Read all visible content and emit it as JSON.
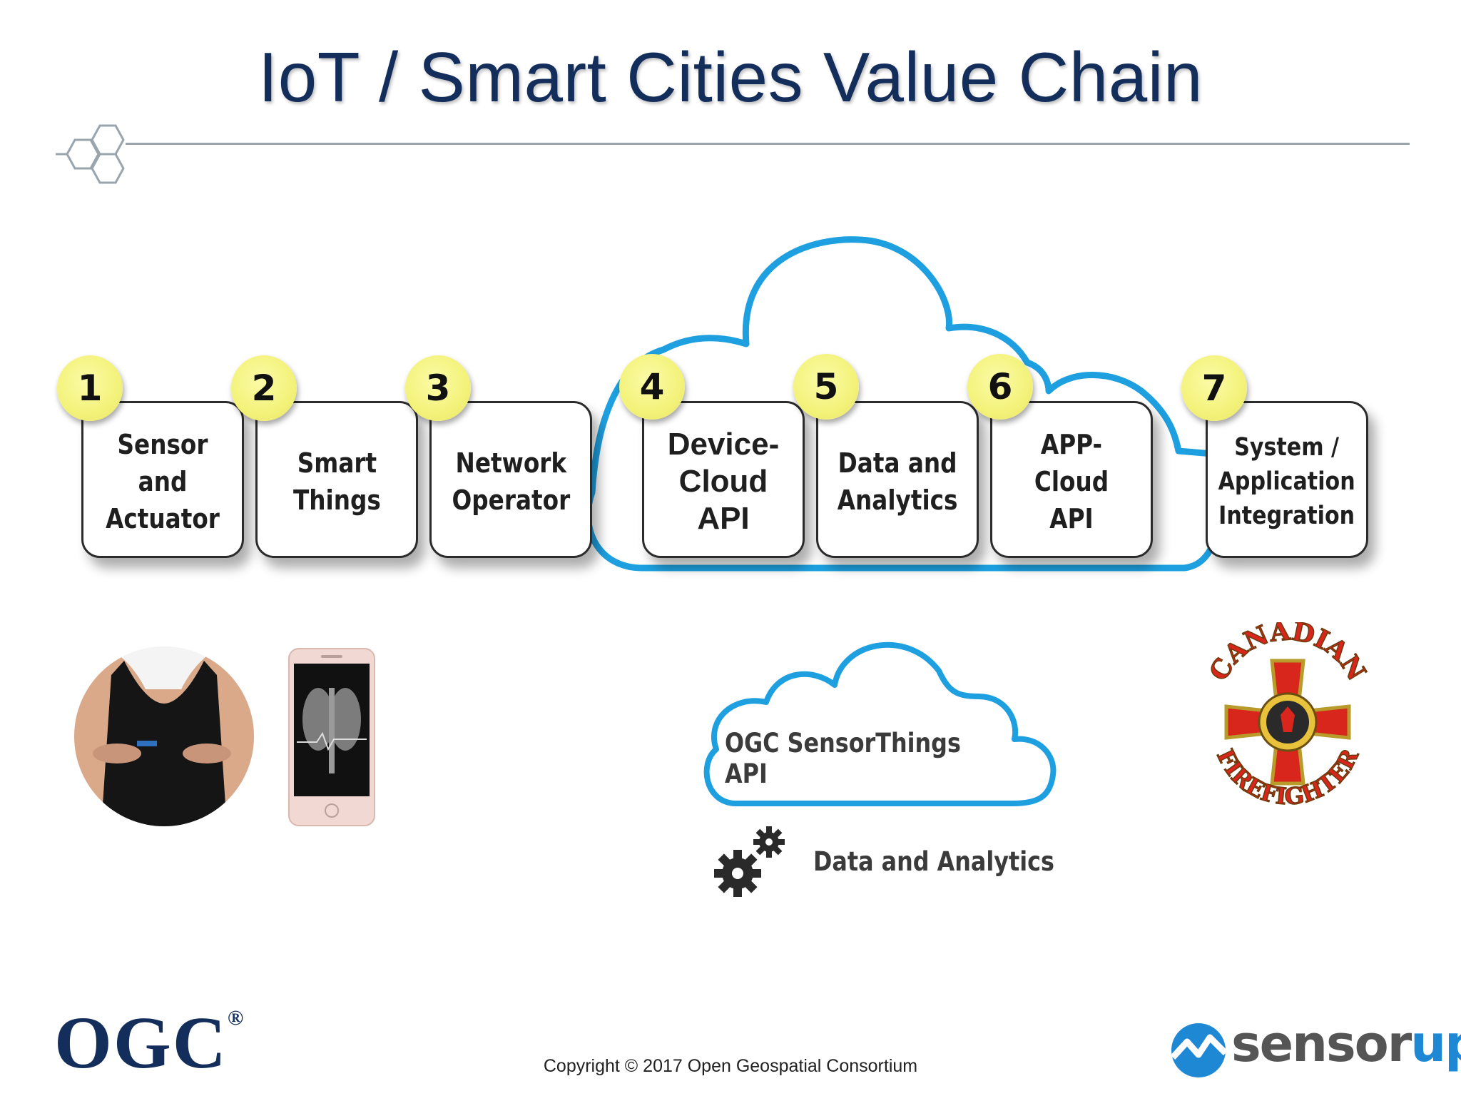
{
  "title": "IoT / Smart Cities Value Chain",
  "steps": [
    {
      "number": "1",
      "label": "Sensor and\nActuator"
    },
    {
      "number": "2",
      "label": "Smart\nThings"
    },
    {
      "number": "3",
      "label": "Network\nOperator"
    },
    {
      "number": "4",
      "label": "Device-\nCloud\nAPI"
    },
    {
      "number": "5",
      "label": "Data and\nAnalytics"
    },
    {
      "number": "6",
      "label": "APP-Cloud\nAPI"
    },
    {
      "number": "7",
      "label": "System /\nApplication\nIntegration"
    }
  ],
  "sensorthings_label": "OGC SensorThings API",
  "analytics_label": "Data and Analytics",
  "firefighter_logo": {
    "top_text": "CANADIAN",
    "bottom_text": "FIREFIGHTER"
  },
  "ogc_logo": {
    "text": "OGC",
    "mark": "®"
  },
  "copyright": "Copyright © 2017 Open Geospatial Consortium",
  "sensorup_logo": {
    "text_main": "sensor",
    "text_accent": "up"
  },
  "colors": {
    "title": "#142e5c",
    "cloud": "#1ea0e0",
    "badge": "#f3f27a"
  }
}
